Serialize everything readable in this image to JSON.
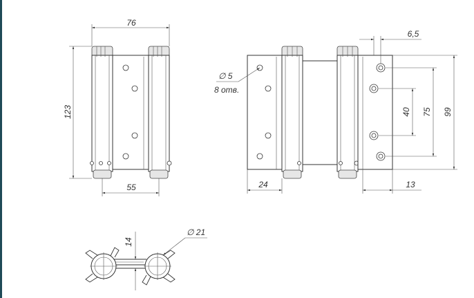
{
  "front_view": {
    "width_dim": "76",
    "height_dim": "123",
    "bottom_dim": "55"
  },
  "side_view": {
    "hole_diameter": "∅ 5",
    "hole_count": "8 отв.",
    "left_width_dim": "24",
    "top_offset_dim": "6,5",
    "bottom_offset_dim": "13",
    "dim_40": "40",
    "dim_75": "75",
    "dim_99": "99"
  },
  "top_view": {
    "gap_dim": "14",
    "barrel_diameter": "∅ 21"
  }
}
